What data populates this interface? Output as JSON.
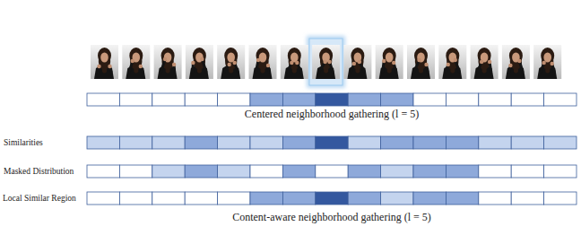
{
  "diagram": {
    "labels": [
      "Centered neighborhood gathering (l = 5)",
      "Similarities",
      "Masked Distribution",
      "Local Similar Region",
      "Content-aware neighborhood gathering (l = 5)"
    ]
  }
}
